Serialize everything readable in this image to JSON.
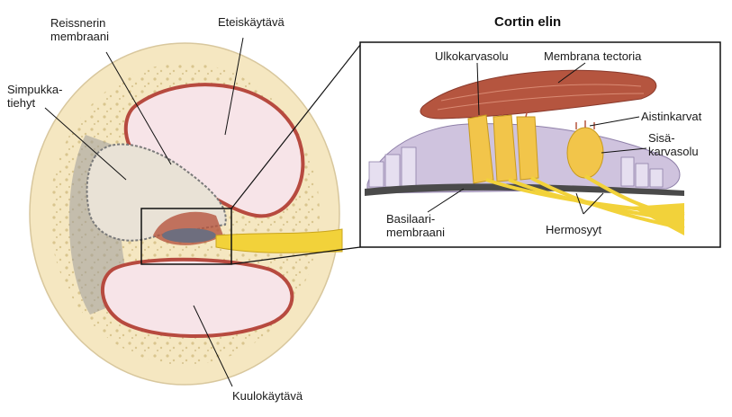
{
  "title": "Cortin elin",
  "labels": {
    "reissner": "Reissnerin\nmembraani",
    "eteiskaytava": "Eteiskäytävä",
    "simpukkatiehyt": "Simpukka-\ntiehyt",
    "kuulokaytava": "Kuulokäytävä",
    "ulkokarvasolu": "Ulkokarvasolu",
    "membrana_tectoria": "Membrana tectoria",
    "aistinkarvat": "Aistinkarvat",
    "sisakarvasolu": "Sisä-\nkarvasolu",
    "basilaarimembraani": "Basilaari-\nmembraani",
    "hermosyyt": "Hermosyyt"
  },
  "colors": {
    "bone": "#f5e7c1",
    "duct_wall": "#b74a3f",
    "duct_fill": "#f7e4e8",
    "cochlear_duct": "#e9e2d6",
    "nerve": "#f2d23a",
    "tectoria": "#b5553f",
    "cells": "#cfc3de"
  }
}
